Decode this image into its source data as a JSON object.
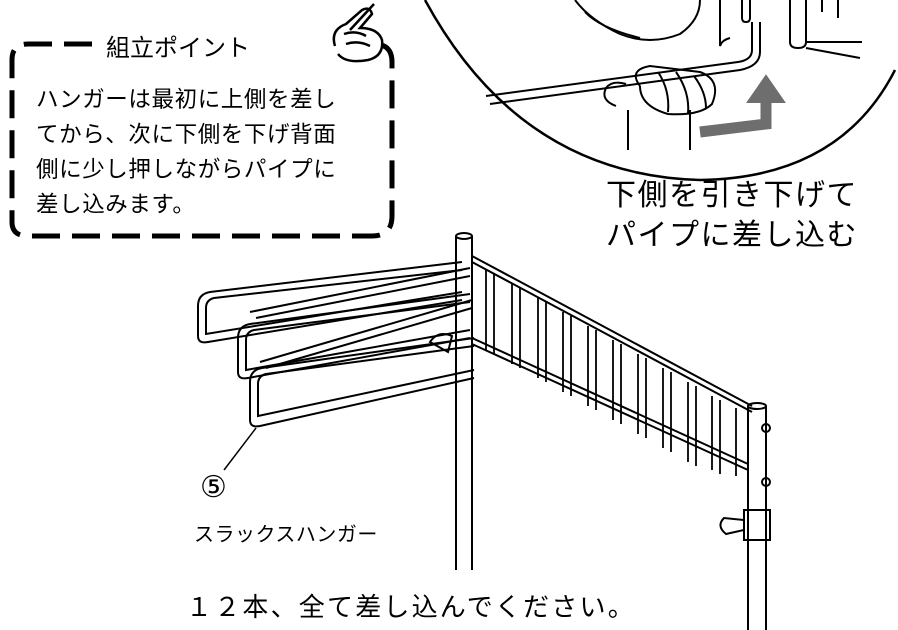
{
  "point_box": {
    "title": "組立ポイント",
    "lines": [
      "ハンガーは最初に上側を差し",
      "てから、次に下側を下げ背面",
      "側に少し押しながらパイプに",
      "差し込みます。"
    ],
    "icon": "pointing-hand-icon"
  },
  "callout": {
    "lines": [
      "下側を引き下げて",
      "パイプに差し込む"
    ]
  },
  "part": {
    "number": "⑤",
    "name": "スラックスハンガー"
  },
  "note": "１２本、全て差し込んでください。",
  "colors": {
    "line": "#000000",
    "arrow": "#6e6e6e",
    "background": "#ffffff"
  }
}
